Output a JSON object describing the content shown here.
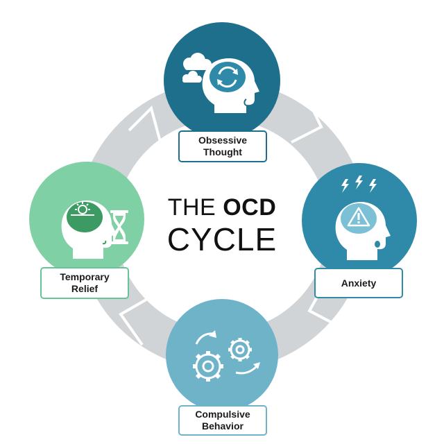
{
  "title": {
    "line1_regular": "THE",
    "line1_bold": "OCD",
    "line2": "CYCLE"
  },
  "stages": [
    {
      "id": "obsessive",
      "label_line1": "Obsessive",
      "label_line2": "Thought",
      "icon": "head-with-cycle-and-clouds-icon",
      "color": "#1d6f8c"
    },
    {
      "id": "anxiety",
      "label_line1": "Anxiety",
      "label_line2": "",
      "icon": "head-with-warning-and-lightning-icon",
      "color": "#2e8aa8"
    },
    {
      "id": "compulsive",
      "label_line1": "Compulsive",
      "label_line2": "Behavior",
      "icon": "gears-with-arrows-icon",
      "color": "#6fb3c8"
    },
    {
      "id": "relief",
      "label_line1": "Temporary",
      "label_line2": "Relief",
      "icon": "head-with-sun-and-hourglass-icon",
      "color": "#66c596"
    }
  ],
  "colors": {
    "ring": "#d1d4d6",
    "ring_chevron": "#ffffff",
    "text": "#111111"
  }
}
